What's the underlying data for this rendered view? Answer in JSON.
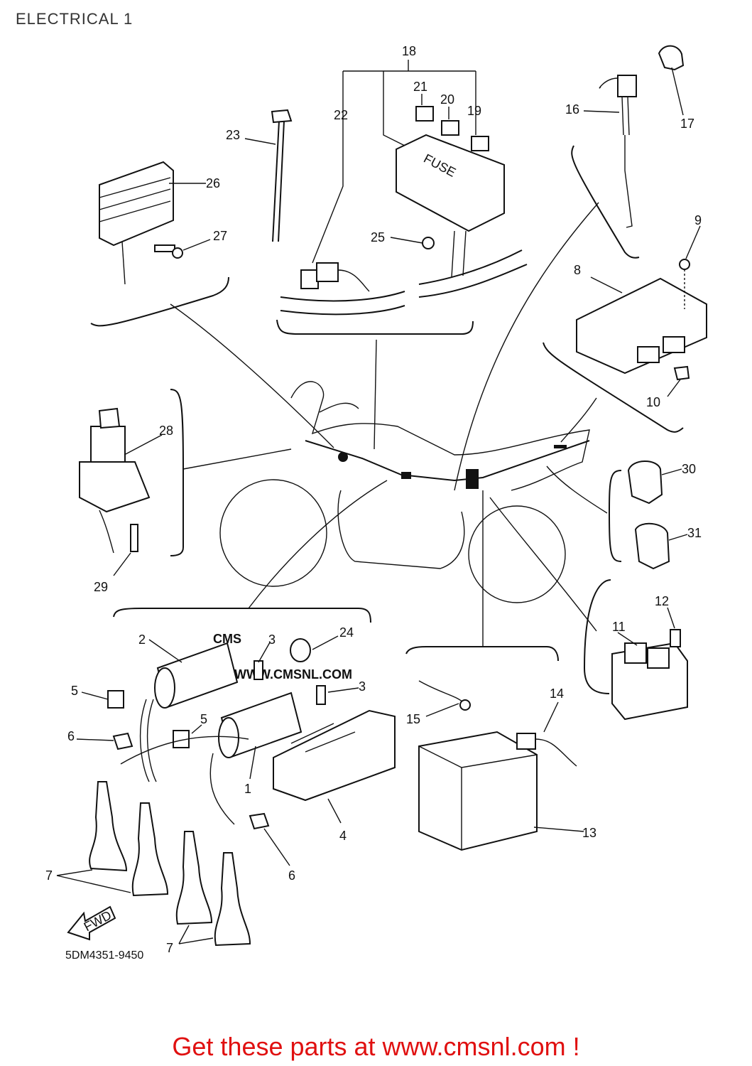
{
  "page": {
    "title": "ELECTRICAL 1",
    "diagram_code": "5DM4351-9450",
    "cta_text": "Get these parts at www.cmsnl.com !",
    "watermark": "CMS",
    "watermark_url": "WWW.CMSNL.COM",
    "accent_color": "#e01010"
  },
  "labels": {
    "fuse_box": "FUSE",
    "fwd": "FWD"
  },
  "callouts": [
    "1",
    "2",
    "3",
    "3",
    "4",
    "5",
    "5",
    "6",
    "6",
    "7",
    "7",
    "8",
    "9",
    "10",
    "11",
    "12",
    "13",
    "14",
    "15",
    "16",
    "17",
    "18",
    "19",
    "20",
    "21",
    "22",
    "23",
    "24",
    "25",
    "26",
    "27",
    "28",
    "29",
    "30",
    "31"
  ]
}
